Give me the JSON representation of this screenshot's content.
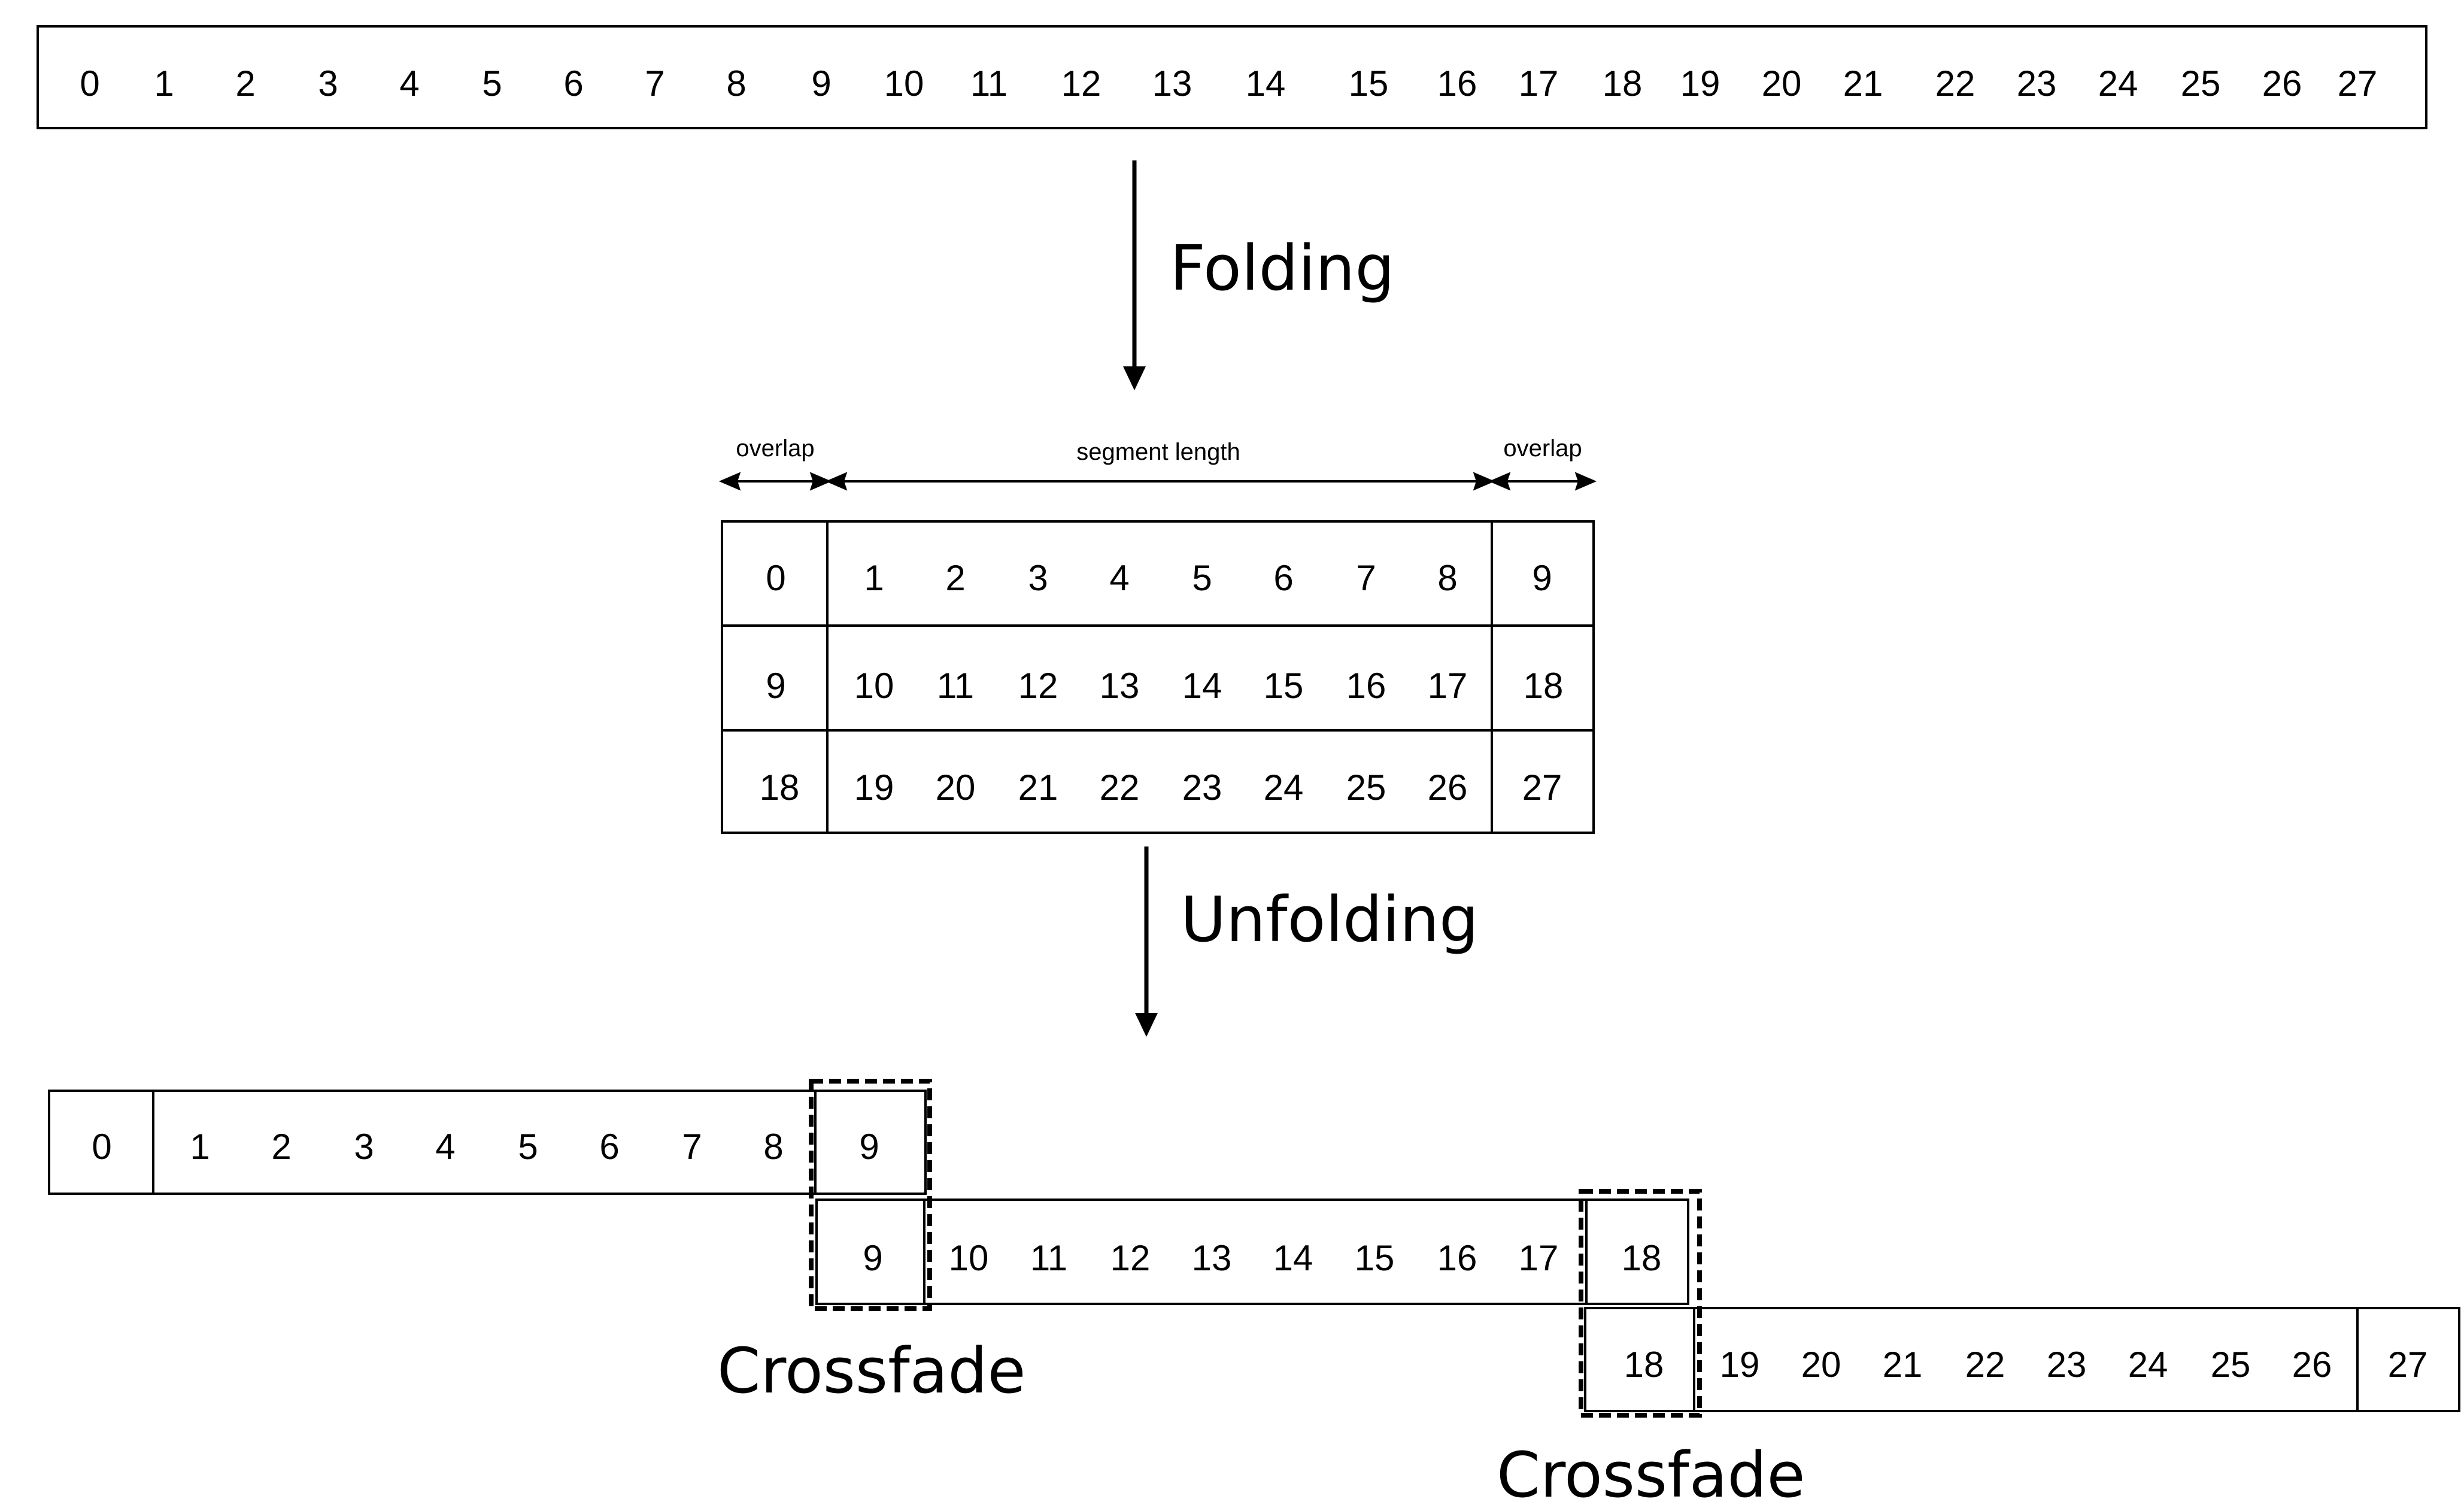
{
  "input_row": {
    "values": [
      "0",
      "1",
      "2",
      "3",
      "4",
      "5",
      "6",
      "7",
      "8",
      "9",
      "10",
      "11",
      "12",
      "13",
      "14",
      "15",
      "16",
      "17",
      "18",
      "19",
      "20",
      "21",
      "22",
      "23",
      "24",
      "25",
      "26",
      "27"
    ]
  },
  "folding_label": "Folding",
  "unfolding_label": "Unfolding",
  "dimension_labels": {
    "overlap_left": "overlap",
    "segment_length": "segment length",
    "overlap_right": "overlap"
  },
  "folded_table": {
    "rows": [
      {
        "left": "0",
        "segment": [
          "1",
          "2",
          "3",
          "4",
          "5",
          "6",
          "7",
          "8"
        ],
        "right": "9"
      },
      {
        "left": "9",
        "segment": [
          "10",
          "11",
          "12",
          "13",
          "14",
          "15",
          "16",
          "17"
        ],
        "right": "18"
      },
      {
        "left": "18",
        "segment": [
          "19",
          "20",
          "21",
          "22",
          "23",
          "24",
          "25",
          "26"
        ],
        "right": "27"
      }
    ]
  },
  "unfolded_rows": [
    {
      "left": "0",
      "segment": [
        "1",
        "2",
        "3",
        "4",
        "5",
        "6",
        "7",
        "8"
      ],
      "right": "9"
    },
    {
      "left": "9",
      "segment": [
        "10",
        "11",
        "12",
        "13",
        "14",
        "15",
        "16",
        "17"
      ],
      "right": "18"
    },
    {
      "left": "18",
      "segment": [
        "19",
        "20",
        "21",
        "22",
        "23",
        "24",
        "25",
        "26"
      ],
      "right": "27"
    }
  ],
  "crossfade_labels": [
    "Crossfade",
    "Crossfade"
  ]
}
